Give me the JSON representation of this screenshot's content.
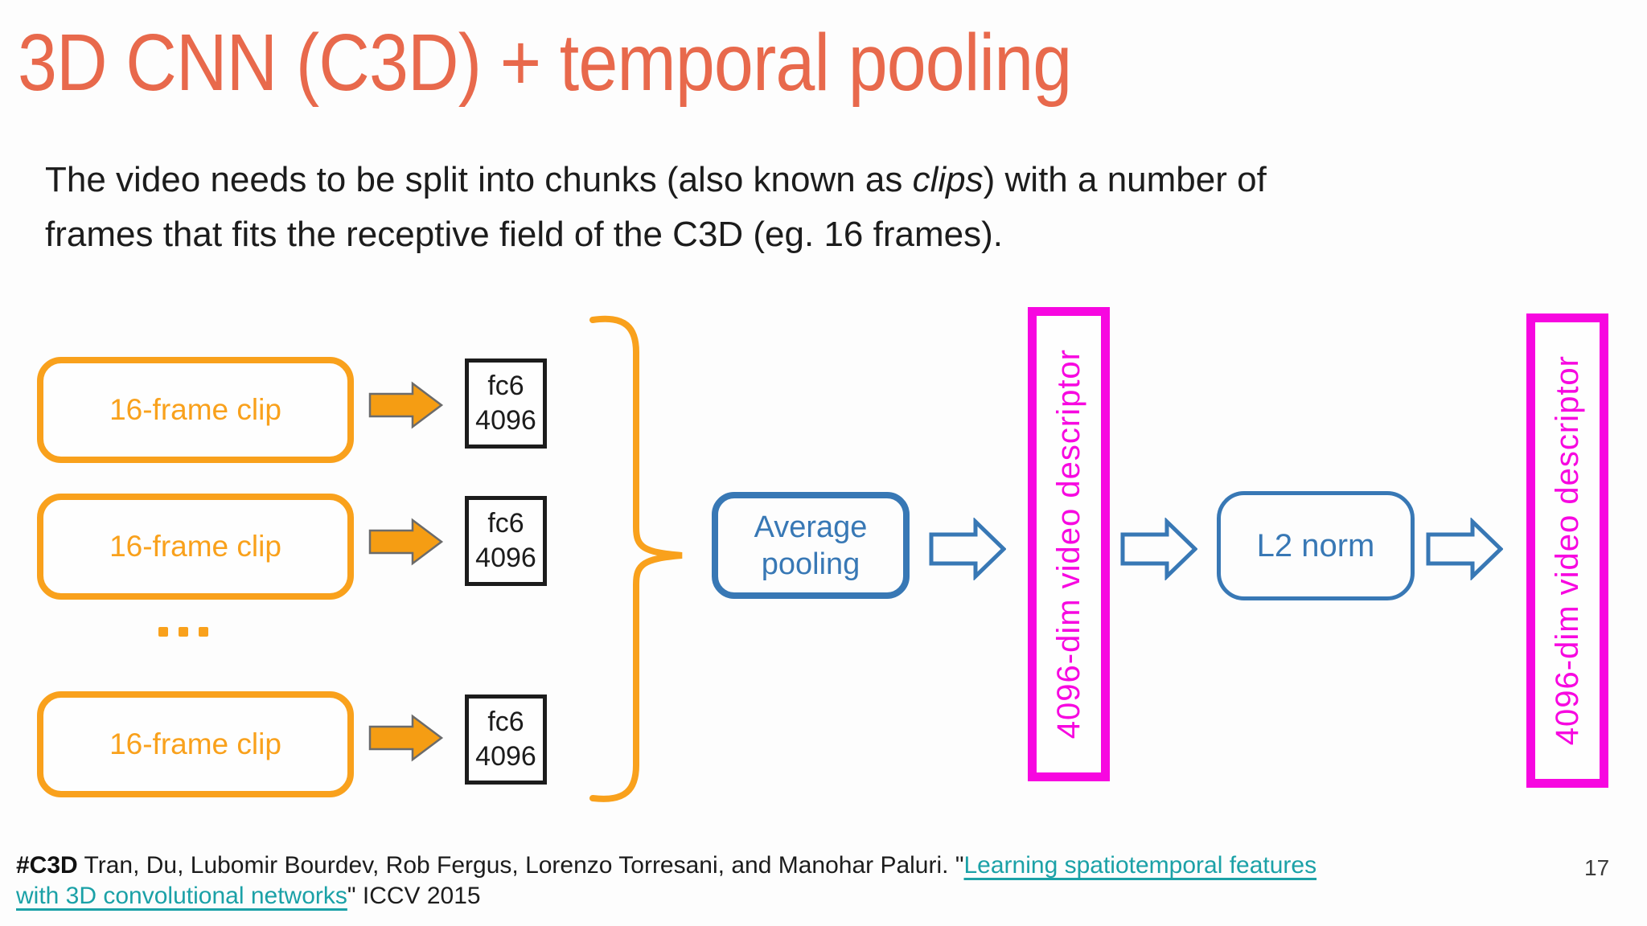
{
  "slide": {
    "title": "3D CNN (C3D) + temporal pooling",
    "page_number": "17"
  },
  "body": {
    "line1_pre": "The video needs to be split into chunks (also known as ",
    "line1_italic": "clips",
    "line1_post": ") with a number of",
    "line2": "frames that fits the receptive field of the C3D (eg. 16 frames)."
  },
  "diagram": {
    "clips": [
      "16-frame clip",
      "16-frame clip",
      "16-frame clip"
    ],
    "ellipsis": "...",
    "fc_top": "fc6",
    "fc_bottom": "4096",
    "avg_line1": "Average",
    "avg_line2": "pooling",
    "descriptor": "4096-dim video descriptor",
    "l2": "L2 norm"
  },
  "footer": {
    "tag": "#C3D",
    "authors": " Tran, Du, Lubomir Bourdev, Rob Fergus, Lorenzo Torresani, and Manohar Paluri. \"",
    "link_line1": "Learning spatiotemporal features",
    "link_line2": "with 3D convolutional networks",
    "tail": "\" ICCV 2015"
  },
  "colors": {
    "title": "#e8694c",
    "orange": "#f9a11c",
    "arrow_orange_fill": "#f59d13",
    "arrow_outline": "#6b6b6b",
    "blue": "#3878b5",
    "magenta": "#f707e0",
    "link_teal": "#1ba1a7",
    "text": "#1c1c1c"
  }
}
